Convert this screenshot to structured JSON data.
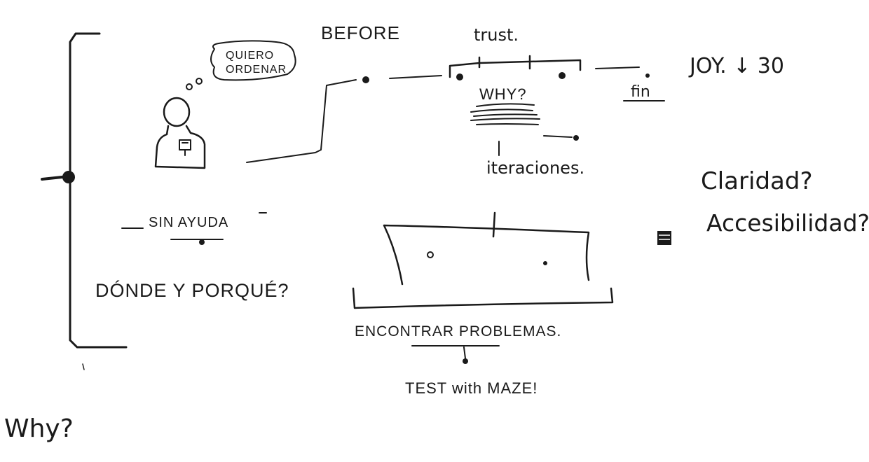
{
  "thought_bubble": {
    "line1": "QUIERO",
    "line2": "ORDENAR"
  },
  "labels": {
    "before": "BEFORE",
    "trust": "trust.",
    "why_center": "WHY?",
    "fin": "fin",
    "joy": "JOY. ↓ 30",
    "iteraciones": "iteraciones.",
    "claridad": "Claridad?",
    "accesibilidad": "Accesibilidad?",
    "sin_ayuda": "SIN AYUDA",
    "donde_porque": "DÓNDE Y PORQUÉ?",
    "encontrar_problemas": "ENCONTRAR PROBLEMAS.",
    "test_maze": "TEST with MAZE!",
    "why_bottom": "Why?"
  }
}
